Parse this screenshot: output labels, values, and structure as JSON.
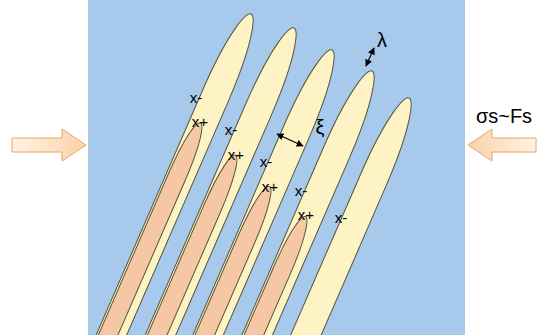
{
  "diagram": {
    "labels": [
      "λ",
      "x-",
      "x+",
      "x-",
      "ξ",
      "σs~Fs",
      "x+",
      "x-",
      "x+",
      "x-",
      "x+",
      "x-"
    ]
  }
}
